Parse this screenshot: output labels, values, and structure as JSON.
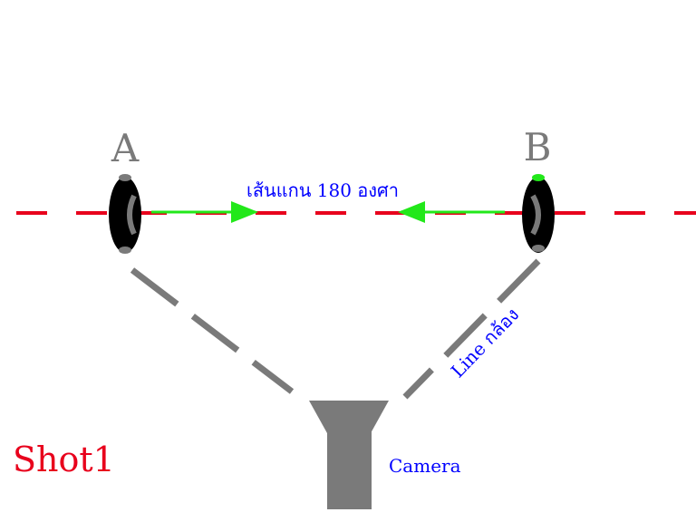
{
  "labels": {
    "subject_a": "A",
    "subject_b": "B",
    "axis_line": "เส้นแกน 180 องศา",
    "camera_line": "Line กล้อง",
    "camera": "Camera",
    "shot": "Shot1"
  },
  "colors": {
    "axis": "#e8001c",
    "camera_lines": "#7a7a7a",
    "arrows": "#22e81a",
    "label_blue": "#0000ff",
    "label_gray": "#7a7a7a",
    "shot_red": "#e8001c",
    "subject_body": "#000000",
    "b_top_marker": "#22e81a"
  }
}
